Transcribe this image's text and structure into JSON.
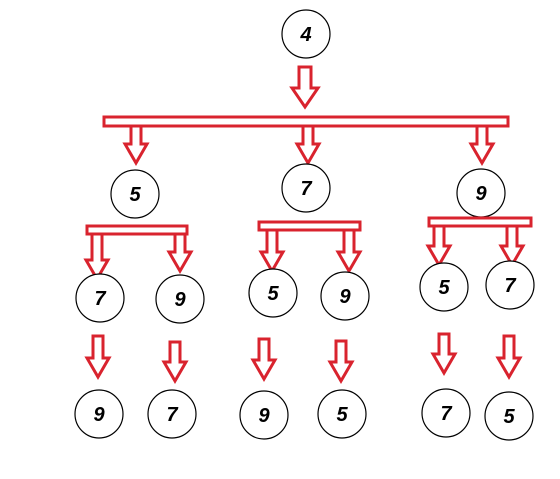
{
  "colors": {
    "connector": "#d9232e",
    "node_stroke": "#000000",
    "node_fill": "#ffffff"
  },
  "tree": {
    "root": "4",
    "level1": [
      "5",
      "7",
      "9"
    ],
    "level2": [
      [
        "7",
        "9"
      ],
      [
        "5",
        "9"
      ],
      [
        "5",
        "7"
      ]
    ],
    "level3": [
      [
        "9",
        "7"
      ],
      [
        "9",
        "5"
      ],
      [
        "7",
        "5"
      ]
    ]
  }
}
